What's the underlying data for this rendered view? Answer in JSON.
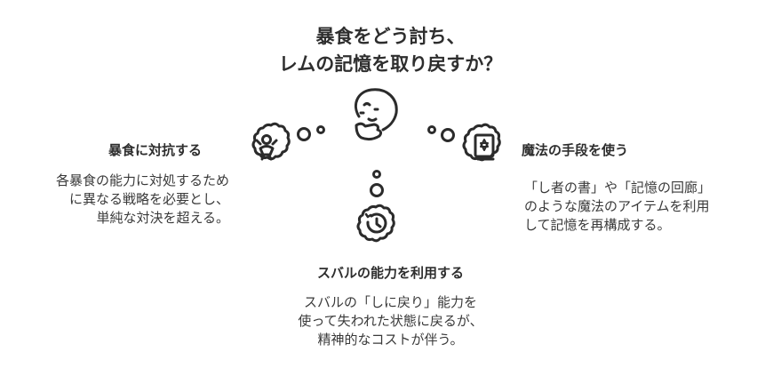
{
  "title": {
    "line1": "暴食をどう討ち、",
    "line2": "レムの記憶を取り戻すか？"
  },
  "center": {
    "icon": "thinking-face-icon"
  },
  "options": [
    {
      "label": "暴食に対抗する",
      "icon": "fighter-icon",
      "description": [
        "各暴食の能力に対処するため",
        "に異なる戦略を必要とし、",
        "単純な対決を超える。"
      ]
    },
    {
      "label": "魔法の手段を使う",
      "icon": "spellbook-icon",
      "description": [
        "「し者の書」や「記憶の回廊」",
        "のような魔法のアイテムを利用",
        "して記憶を再構成する。"
      ]
    },
    {
      "label": "スバルの能力を利用する",
      "icon": "rewind-clock-icon",
      "description": [
        "スバルの「しに戻り」能力を",
        "使って失われた状態に戻るが、",
        "精神的なコストが伴う。"
      ]
    }
  ],
  "colors": {
    "ink": "#2b2b2b",
    "background": "#ffffff"
  }
}
